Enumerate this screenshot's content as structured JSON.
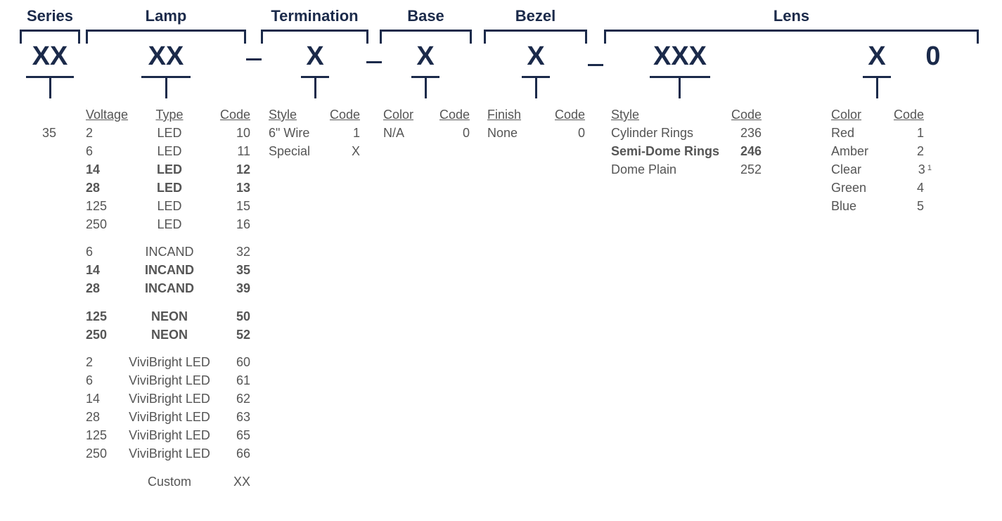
{
  "headers": {
    "series": "Series",
    "lamp": "Lamp",
    "termination": "Termination",
    "base": "Base",
    "bezel": "Bezel",
    "lens": "Lens"
  },
  "part_code": {
    "series": "XX",
    "lamp": "XX",
    "termination": "X",
    "base": "X",
    "bezel": "X",
    "lens_style": "XXX",
    "lens_color": "X",
    "lens_suffix": "0",
    "dash": "–"
  },
  "series_values": [
    "35"
  ],
  "lamp": {
    "col_voltage": "Voltage",
    "col_type": "Type",
    "col_code": "Code",
    "rows": [
      {
        "voltage": "2",
        "type": "LED",
        "code": "10",
        "bold": false
      },
      {
        "voltage": "6",
        "type": "LED",
        "code": "11",
        "bold": false
      },
      {
        "voltage": "14",
        "type": "LED",
        "code": "12",
        "bold": true
      },
      {
        "voltage": "28",
        "type": "LED",
        "code": "13",
        "bold": true
      },
      {
        "voltage": "125",
        "type": "LED",
        "code": "15",
        "bold": false
      },
      {
        "voltage": "250",
        "type": "LED",
        "code": "16",
        "bold": false
      },
      {
        "voltage": "6",
        "type": "INCAND",
        "code": "32",
        "bold": false
      },
      {
        "voltage": "14",
        "type": "INCAND",
        "code": "35",
        "bold": true
      },
      {
        "voltage": "28",
        "type": "INCAND",
        "code": "39",
        "bold": true
      },
      {
        "voltage": "125",
        "type": "NEON",
        "code": "50",
        "bold": true
      },
      {
        "voltage": "250",
        "type": "NEON",
        "code": "52",
        "bold": true
      },
      {
        "voltage": "2",
        "type": "ViviBright LED",
        "code": "60",
        "bold": false
      },
      {
        "voltage": "6",
        "type": "ViviBright LED",
        "code": "61",
        "bold": false
      },
      {
        "voltage": "14",
        "type": "ViviBright LED",
        "code": "62",
        "bold": false
      },
      {
        "voltage": "28",
        "type": "ViviBright LED",
        "code": "63",
        "bold": false
      },
      {
        "voltage": "125",
        "type": "ViviBright LED",
        "code": "65",
        "bold": false
      },
      {
        "voltage": "250",
        "type": "ViviBright LED",
        "code": "66",
        "bold": false
      },
      {
        "voltage": "",
        "type": "Custom",
        "code": "XX",
        "bold": false
      }
    ]
  },
  "termination": {
    "col_style": "Style",
    "col_code": "Code",
    "rows": [
      {
        "style": "6\" Wire",
        "code": "1"
      },
      {
        "style": "Special",
        "code": "X"
      }
    ]
  },
  "base": {
    "col_color": "Color",
    "col_code": "Code",
    "rows": [
      {
        "color": "N/A",
        "code": "0"
      }
    ]
  },
  "bezel": {
    "col_finish": "Finish",
    "col_code": "Code",
    "rows": [
      {
        "finish": "None",
        "code": "0"
      }
    ]
  },
  "lens_style": {
    "col_style": "Style",
    "col_code": "Code",
    "rows": [
      {
        "style": "Cylinder Rings",
        "code": "236",
        "bold": false
      },
      {
        "style": "Semi-Dome Rings",
        "code": "246",
        "bold": true
      },
      {
        "style": "Dome Plain",
        "code": "252",
        "bold": false
      }
    ]
  },
  "lens_color": {
    "col_color": "Color",
    "col_code": "Code",
    "rows": [
      {
        "color": "Red",
        "code": "1",
        "note": ""
      },
      {
        "color": "Amber",
        "code": "2",
        "note": ""
      },
      {
        "color": "Clear",
        "code": "3",
        "note": "1"
      },
      {
        "color": "Green",
        "code": "4",
        "note": ""
      },
      {
        "color": "Blue",
        "code": "5",
        "note": ""
      }
    ]
  }
}
